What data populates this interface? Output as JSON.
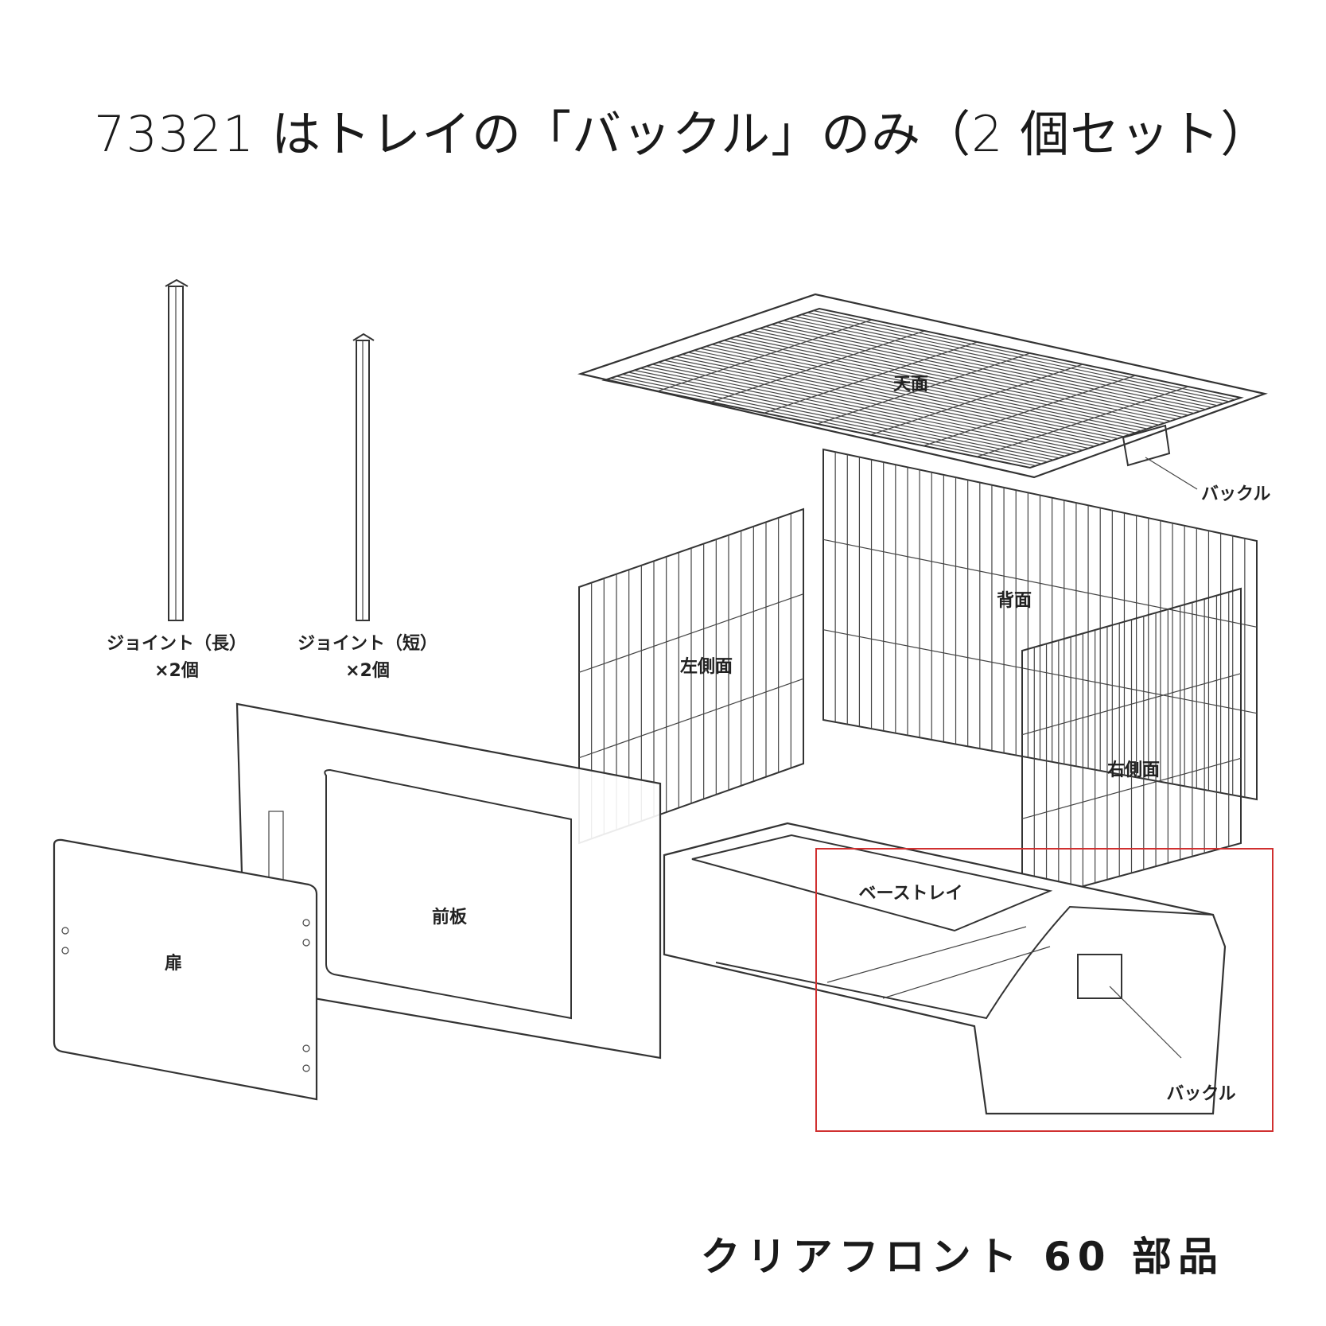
{
  "heading": "73321 はトレイの「バックル」のみ（2 個セット）",
  "footer_title": "クリアフロント 60 部品",
  "parts": {
    "joint_long": "ジョイント（長）",
    "joint_long_qty": "×2個",
    "joint_short": "ジョイント（短）",
    "joint_short_qty": "×2個",
    "top": "天面",
    "buckle_top": "バックル",
    "back": "背面",
    "left_side": "左側面",
    "right_side": "右側面",
    "front_panel": "前板",
    "door": "扉",
    "base_tray": "ベーストレイ",
    "buckle_tray": "バックル"
  },
  "colors": {
    "highlight_box": "#d03030",
    "line": "#333333"
  }
}
